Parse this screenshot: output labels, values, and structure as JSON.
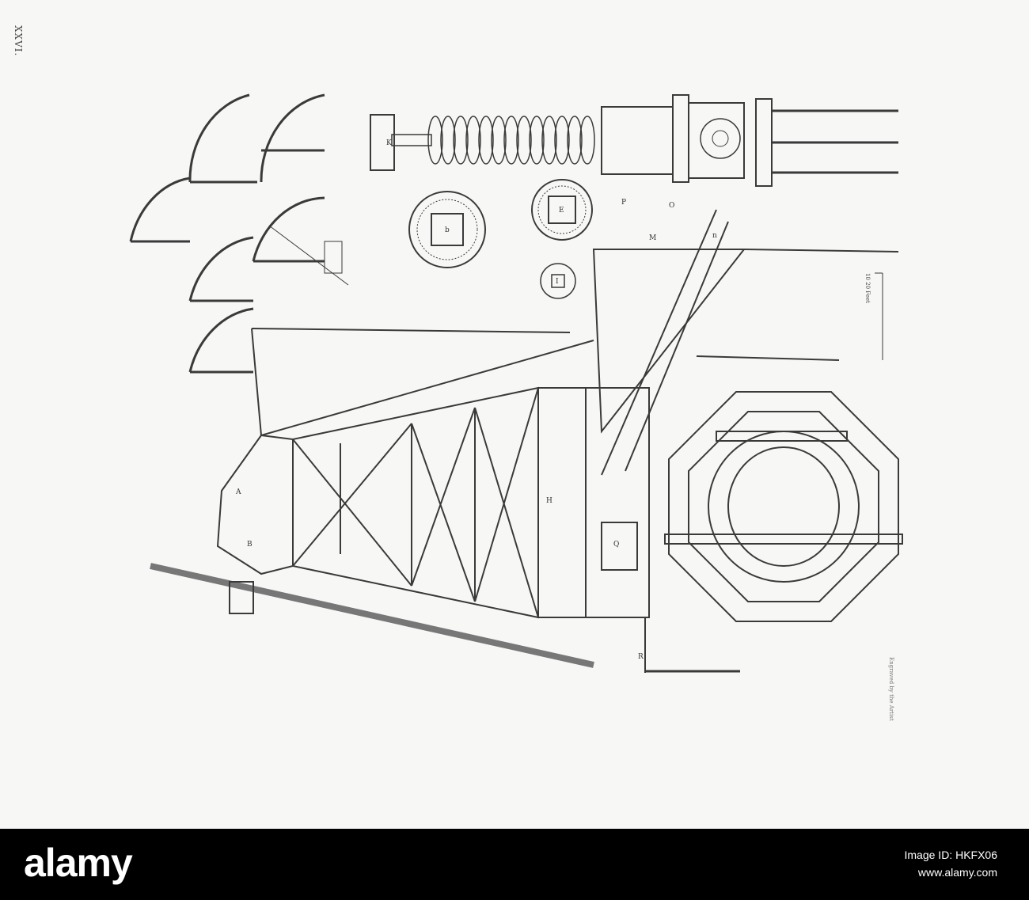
{
  "plate": {
    "number": "XXVI.",
    "scale_label": "10 20 Feet",
    "engraver": "Engraved by the Artist"
  },
  "labels": {
    "K": "K",
    "b": "b",
    "E": "E",
    "I": "I",
    "P": "P",
    "O": "O",
    "M": "M",
    "n": "n",
    "A": "A",
    "B": "B",
    "R": "R",
    "Q": "Q",
    "H": "H"
  },
  "footer": {
    "brand": "alamy",
    "image_id": "Image ID: HKFX06",
    "site": "www.alamy.com"
  },
  "colors": {
    "ink": "#3a3a3a",
    "paper": "#f7f7f5",
    "footer_bg": "#000000"
  }
}
